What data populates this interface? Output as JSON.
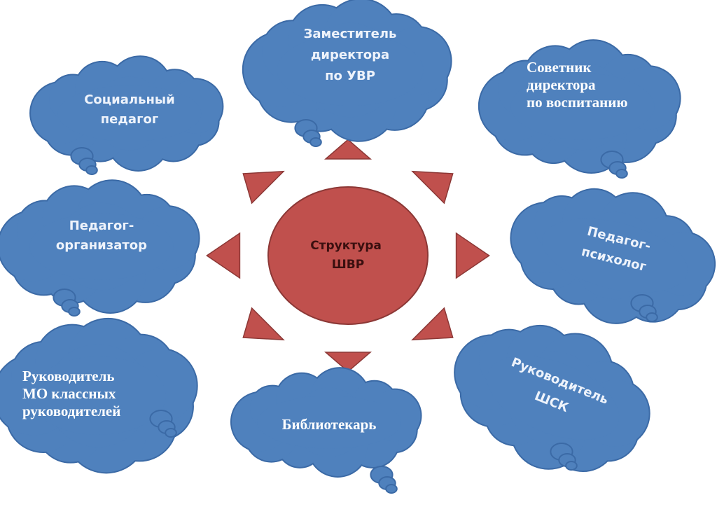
{
  "center": {
    "lines": [
      "Структура",
      "ШВР"
    ]
  },
  "nodes": [
    {
      "id": "social-pedagogue",
      "lines": [
        "Социальный",
        "педагог"
      ]
    },
    {
      "id": "deputy-director",
      "lines": [
        "Заместитель",
        "директора",
        "по УВР"
      ]
    },
    {
      "id": "director-advisor",
      "lines": [
        "Советник",
        "директора",
        "по воспитанию"
      ]
    },
    {
      "id": "pedagogue-organizer",
      "lines": [
        "Педагог-",
        "организатор"
      ]
    },
    {
      "id": "pedagogue-psychologist",
      "lines": [
        "Педагог-",
        "психолог"
      ]
    },
    {
      "id": "mo-head",
      "lines": [
        "Руководитель",
        "МО классных",
        "руководителей"
      ]
    },
    {
      "id": "librarian",
      "lines": [
        "Библиотекарь"
      ]
    },
    {
      "id": "school-sports-club-head",
      "lines": [
        "Руководитель",
        "ШСК"
      ]
    }
  ],
  "colors": {
    "cloud": "#4f81bd",
    "cloud_outline": "#3b6aa6",
    "sun": "#c0504d",
    "sun_outline": "#8c3836"
  }
}
